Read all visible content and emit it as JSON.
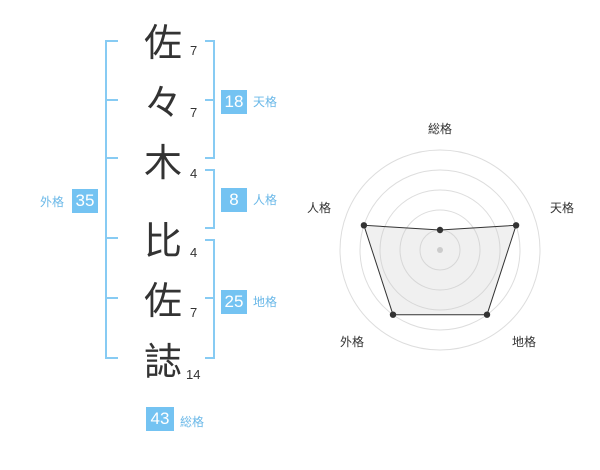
{
  "name_chars": [
    {
      "char": "佐",
      "strokes": "7"
    },
    {
      "char": "々",
      "strokes": "7"
    },
    {
      "char": "木",
      "strokes": "4"
    },
    {
      "char": "比",
      "strokes": "4"
    },
    {
      "char": "佐",
      "strokes": "7"
    },
    {
      "char": "誌",
      "strokes": "14"
    }
  ],
  "fortune": {
    "tenkaku": {
      "value": "18",
      "label": "天格"
    },
    "jinkaku": {
      "value": "8",
      "label": "人格"
    },
    "chikaku": {
      "value": "25",
      "label": "地格"
    },
    "gaikaku": {
      "value": "35",
      "label": "外格"
    },
    "soukaku": {
      "value": "43",
      "label": "総格"
    }
  },
  "colors": {
    "accent": "#74c3f2",
    "bracket": "#87cbf3",
    "text": "#333333"
  },
  "chart_data": {
    "type": "radar",
    "axes": [
      "総格",
      "天格",
      "地格",
      "外格",
      "人格"
    ],
    "values": [
      1,
      4,
      4,
      4,
      4
    ],
    "rmax": 5,
    "rings": 5,
    "grid": true
  }
}
